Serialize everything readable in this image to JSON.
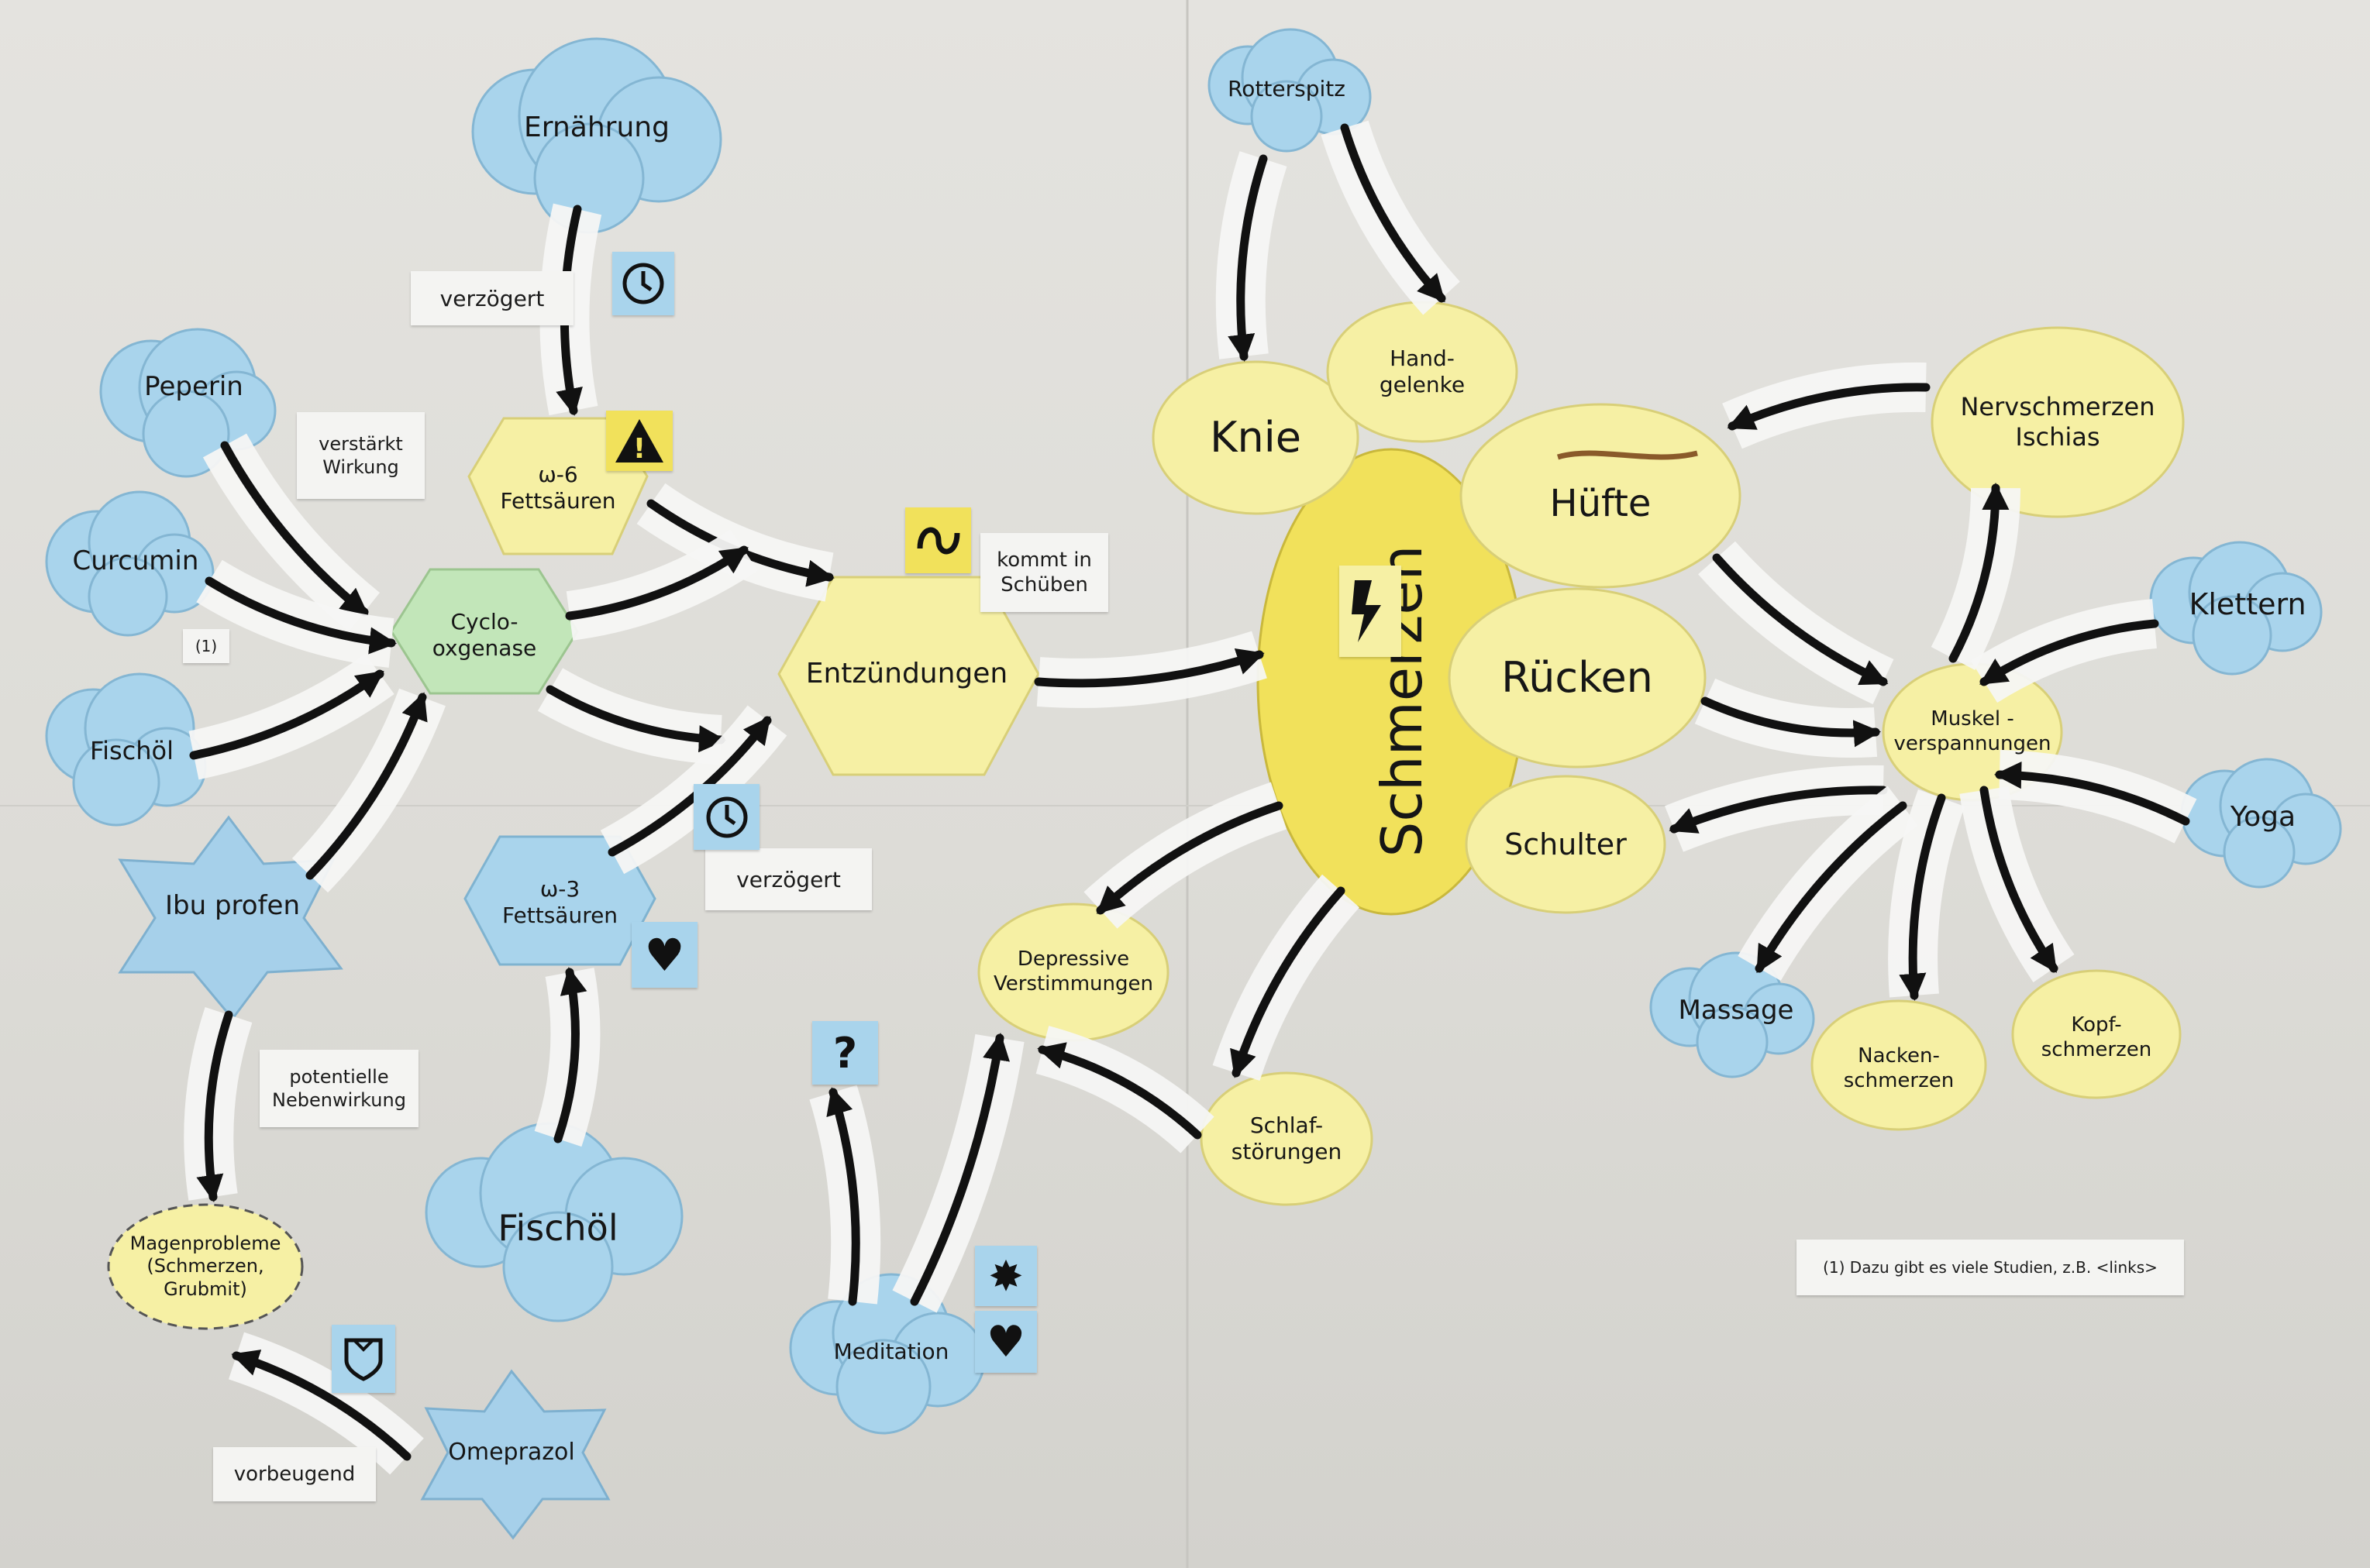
{
  "colors": {
    "cloud": "#a9d4ec",
    "star": "#a6d0ea",
    "note": "#f6f0a4",
    "hub": "#f1e15b",
    "green": "#c2e6b9",
    "paper": "#f4f4f2"
  },
  "nodes": {
    "ernaehrung": "Ernährung",
    "peperin": "Peperin",
    "curcumin": "Curcumin",
    "fischoel_left": "Fischöl",
    "ibuprofen": "Ibu profen",
    "magenprobleme": "Magenprobleme\n(Schmerzen, Grubmit)",
    "omeprazol": "Omeprazol",
    "omega6": "ω-6\nFettsäuren",
    "cyclooxygenase": "Cyclo-\noxgenase",
    "omega3": "ω-3\nFettsäuren",
    "fischoel_bottom": "Fischöl",
    "entzuendungen": "Entzündungen",
    "meditation": "Meditation",
    "depressive": "Depressive\nVerstimmungen",
    "schlaf": "Schlaf-\nstörungen",
    "rotterspitz": "Rotterspitz",
    "knie": "Knie",
    "handgelenke": "Hand-\ngelenke",
    "schmerzen": "Schmerzen",
    "huefte": "Hüfte",
    "ruecken": "Rücken",
    "schulter": "Schulter",
    "nervschmerzen": "Nervschmerzen\nIschias",
    "klettern": "Klettern",
    "muskel": "Muskel -\nverspannungen",
    "yoga": "Yoga",
    "massage": "Massage",
    "nacken": "Nacken-\nschmerzen",
    "kopf": "Kopf-\nschmerzen"
  },
  "tags": {
    "verzoegert_top": "verzögert",
    "verstaerkt": "verstärkt\nWirkung",
    "ref1": "(1)",
    "kommt_in_schueben": "kommt in\nSchüben",
    "verzoegert_bottom": "verzögert",
    "nebenwirkung": "potentielle\nNebenwirkung",
    "vorbeugend": "vorbeugend",
    "footnote": "(1) Dazu gibt es viele Studien, z.B. <links>"
  },
  "icons": {
    "clock_top": "clock-icon",
    "warning": "warning-icon",
    "wave": "wave-icon",
    "clock_bottom": "clock-icon",
    "heart_omega3": "heart-icon",
    "question": "question-icon",
    "sun": "sun-icon",
    "heart_meditation": "heart-icon",
    "shield": "shield-icon",
    "lightning": "lightning-icon"
  },
  "icon_glyphs": {
    "warning": "!",
    "question": "?",
    "sun": "✸",
    "heart": "♥"
  }
}
